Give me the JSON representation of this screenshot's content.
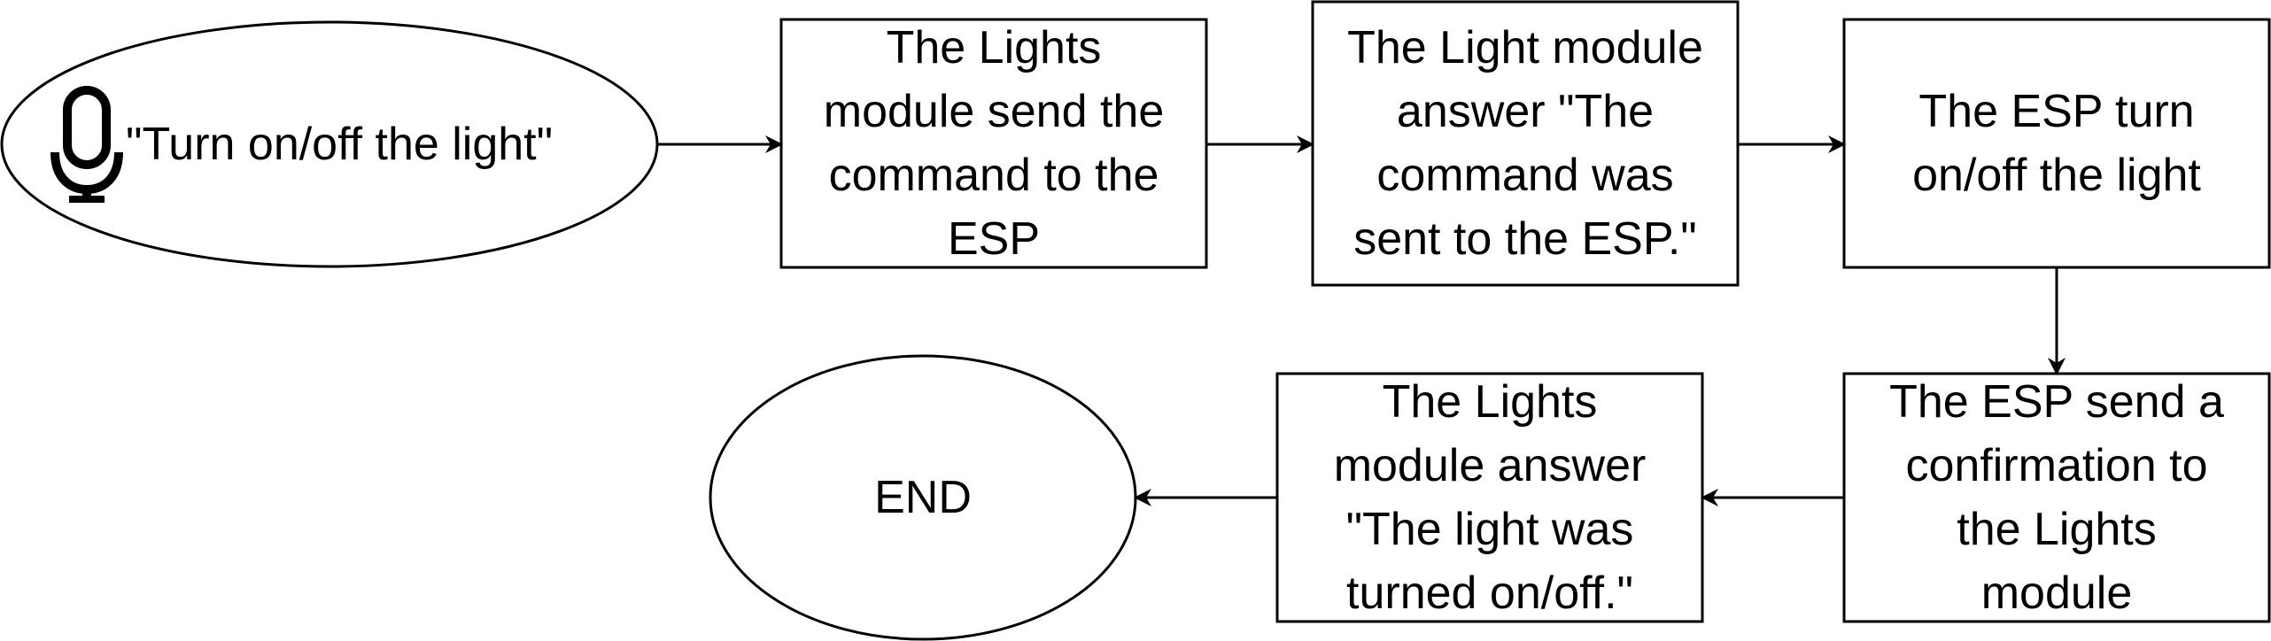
{
  "flowchart": {
    "start": {
      "icon": "microphone-icon",
      "label": "\"Turn on/off the light\""
    },
    "steps": [
      {
        "label": "The Lights\nmodule send the\ncommand to the\nESP"
      },
      {
        "label": "The Light module\nanswer \"The\ncommand was\nsent to the ESP.\""
      },
      {
        "label": "The ESP turn\non/off the light"
      },
      {
        "label": "The ESP send a\nconfirmation to\nthe Lights\nmodule"
      },
      {
        "label": "The Lights\nmodule answer\n\"The light was\nturned on/off.\""
      }
    ],
    "end": {
      "label": "END"
    },
    "colors": {
      "stroke": "#000000",
      "fill": "#ffffff",
      "text": "#000000"
    }
  }
}
